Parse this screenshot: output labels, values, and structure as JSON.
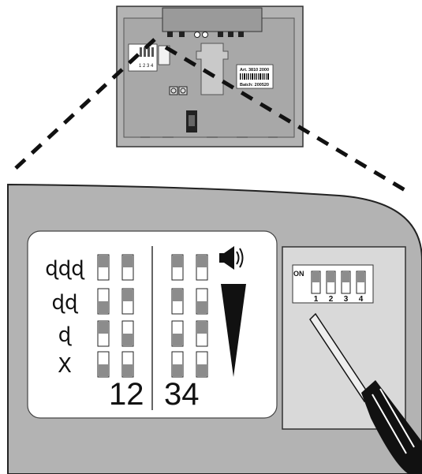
{
  "device_label": {
    "article": "Art. 3810 2000",
    "batch": "Batch: 200520"
  },
  "small_switch_numbers": "1 2 3 4",
  "legend_rows": [
    {
      "name": "three-notes",
      "glyph": "ɖɖɖ",
      "switch_on": [
        true,
        true,
        true,
        true
      ]
    },
    {
      "name": "two-notes",
      "glyph": "ɖɖ",
      "switch_on": [
        false,
        true,
        true,
        false
      ]
    },
    {
      "name": "one-note",
      "glyph": "ɖ",
      "switch_on": [
        true,
        false,
        false,
        true
      ]
    },
    {
      "name": "no-sound",
      "glyph": "X",
      "switch_on": [
        false,
        false,
        false,
        false
      ]
    }
  ],
  "group_labels": {
    "left": "12",
    "right": "34"
  },
  "dip_switch": {
    "on_label": "ON",
    "numbers": [
      "1",
      "2",
      "3",
      "4"
    ]
  },
  "icons": [
    "speaker-icon",
    "volume-ramp-icon",
    "screwdriver-icon",
    "barcode-icon"
  ],
  "colors": {
    "housing": "#b3b3b3",
    "panel": "#d9d9d9",
    "card": "#ffffff",
    "switch_fill": "#8c8c8c",
    "outline": "#333333"
  }
}
